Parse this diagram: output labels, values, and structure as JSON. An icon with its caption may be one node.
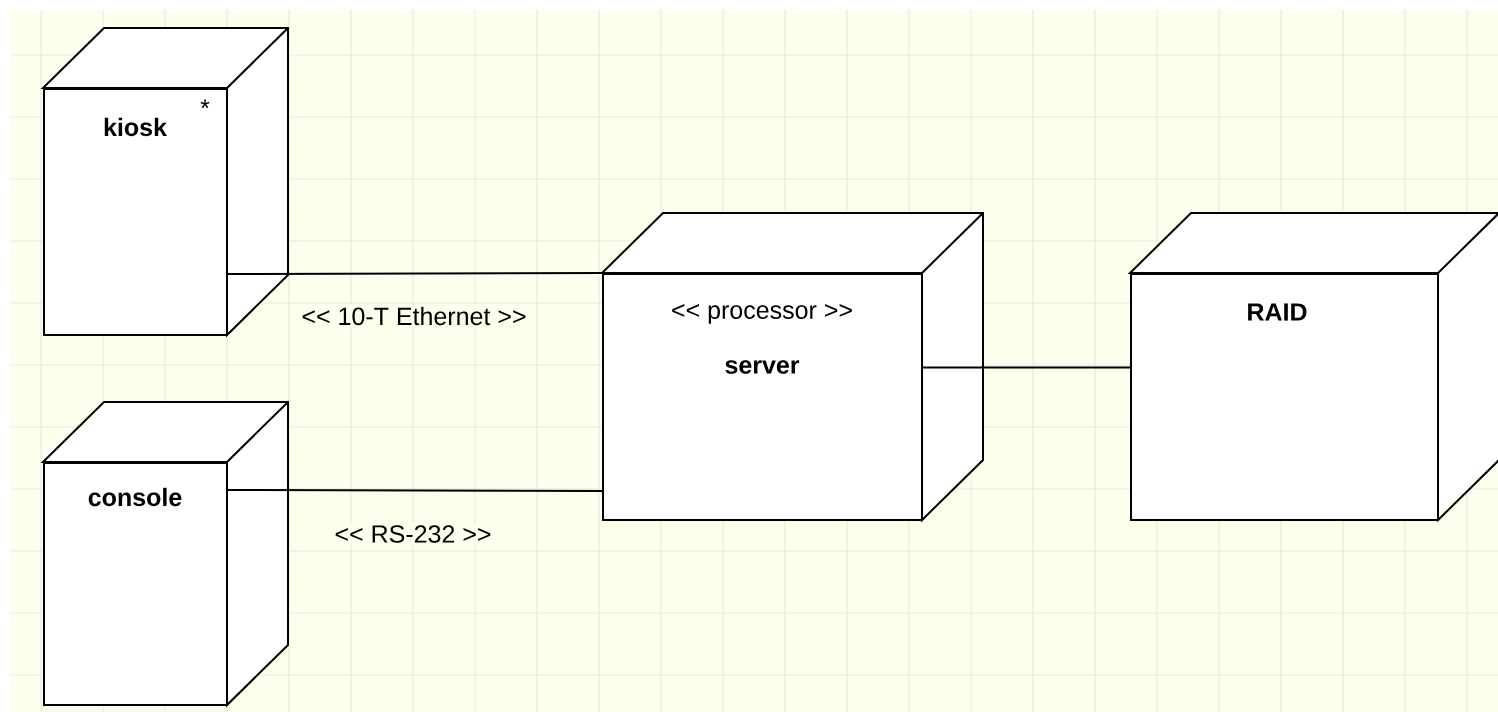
{
  "diagram": {
    "nodes": [
      {
        "text": [
          "kiosk",
          "*"
        ]
      },
      {
        "text": [
          "console"
        ]
      },
      {
        "text": [
          "<< processor >>",
          "server"
        ]
      },
      {
        "text": [
          "RAID"
        ]
      }
    ],
    "edges": [
      {
        "from": 0,
        "to": 2,
        "arrow": "none",
        "label": "<< 10-T Ethernet >>"
      },
      {
        "from": 1,
        "to": 2,
        "arrow": "none",
        "label": "<< RS-232 >>"
      },
      {
        "from": 2,
        "to": 3,
        "arrow": "none"
      }
    ]
  }
}
